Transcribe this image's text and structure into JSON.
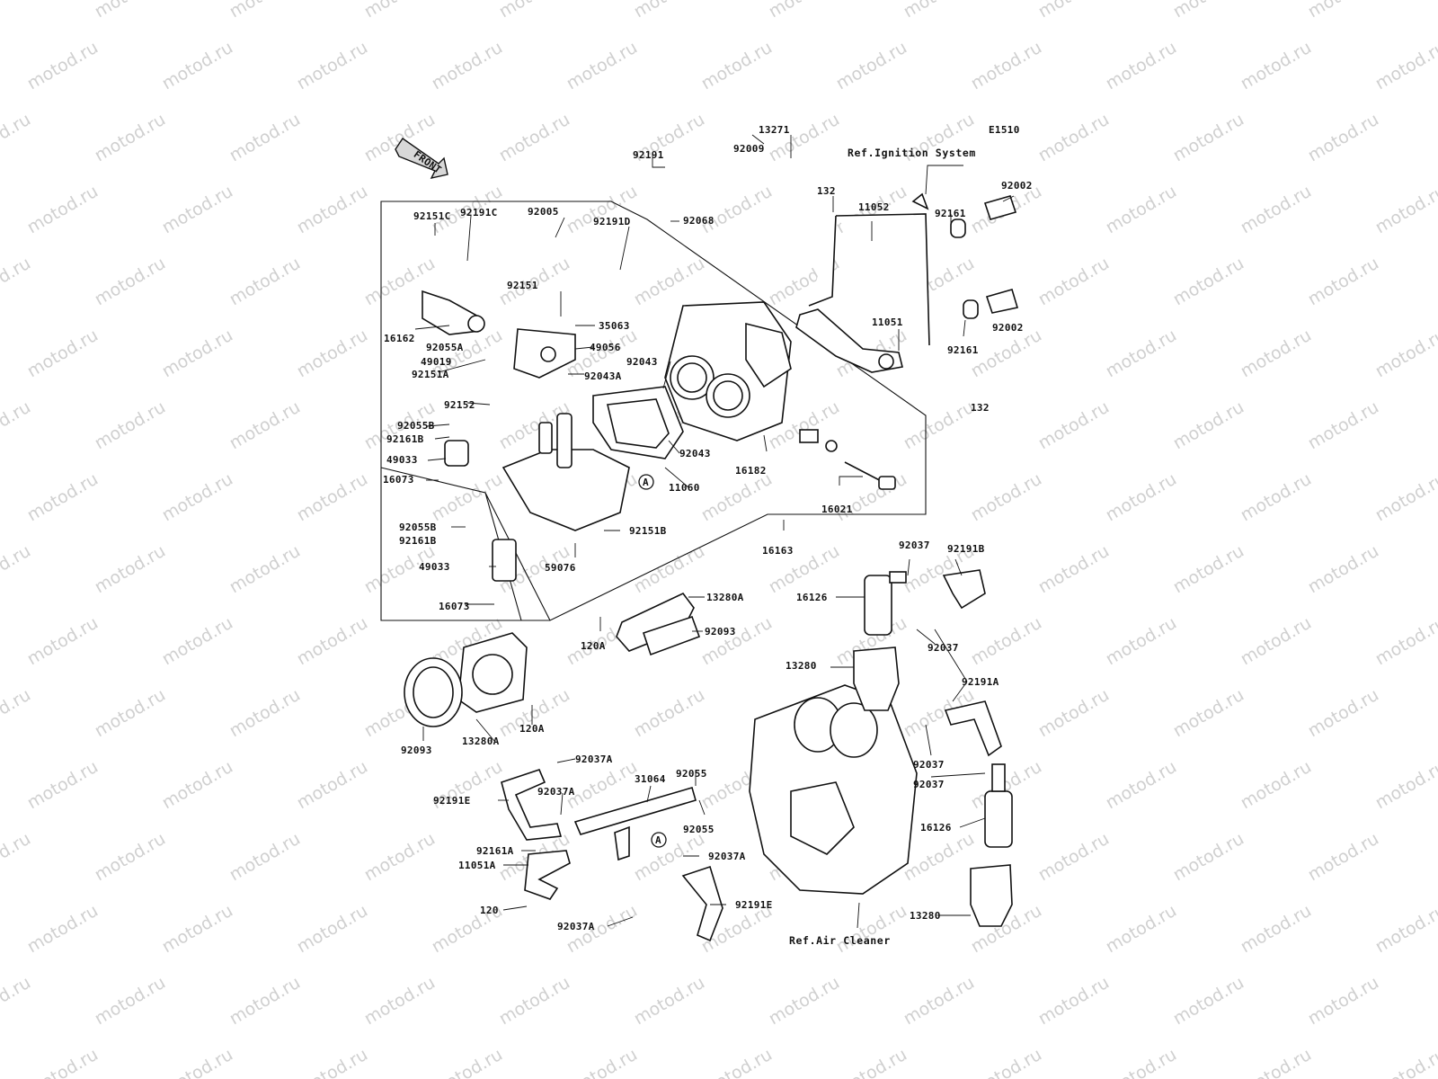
{
  "diagram": {
    "code": "E1510",
    "watermark_text": "motod.ru",
    "front_label": "FRONT",
    "references": {
      "ignition": "Ref.Ignition System",
      "air_cleaner": "Ref.Air Cleaner"
    },
    "callouts": {
      "p92191": "92191",
      "p92009": "92009",
      "p13271": "13271",
      "p132a": "132",
      "p11052": "11052",
      "p92161a": "92161",
      "p92002a": "92002",
      "p92151C": "92151C",
      "p92005": "92005",
      "p92068": "92068",
      "p92191C": "92191C",
      "p92191D": "92191D",
      "p92151": "92151",
      "p35063": "35063",
      "p16162": "16162",
      "p92055A": "92055A",
      "p49056": "49056",
      "p49019": "49019",
      "p92151A": "92151A",
      "p92043a": "92043",
      "p92043A": "92043A",
      "p11051": "11051",
      "p92161b": "92161",
      "p92002b": "92002",
      "p132b": "132",
      "p92152": "92152",
      "p92055B": "92055B",
      "p92161B": "92161B",
      "p49033a": "49033",
      "p16073a": "16073",
      "p92043b": "92043",
      "p11060": "11060",
      "p16182": "16182",
      "p16021": "16021",
      "p92055Bb": "92055B",
      "p92161Bb": "92161B",
      "p92151B": "92151B",
      "p59076": "59076",
      "p16163": "16163",
      "p49033b": "49033",
      "p16073b": "16073",
      "p92037a": "92037",
      "p92191B": "92191B",
      "p16126a": "16126",
      "p13280Aa": "13280A",
      "p92093a": "92093",
      "p120A": "120A",
      "p92037b": "92037",
      "p13280a": "13280",
      "p92191A": "92191A",
      "p92093b": "92093",
      "p13280Ab": "13280A",
      "p120Ab": "120A",
      "p92037c": "92037",
      "p92037d": "92037",
      "p92037A1": "92037A",
      "p92055a": "92055",
      "p31064": "31064",
      "p92037A2": "92037A",
      "p92191E1": "92191E",
      "p92055b": "92055",
      "p16126b": "16126",
      "p92161A": "92161A",
      "p11051A": "11051A",
      "p92037A3": "92037A",
      "p120": "120",
      "p92191E2": "92191E",
      "p92037A4": "92037A",
      "p13280b": "13280"
    },
    "markers": {
      "a1": "A",
      "a2": "A"
    }
  }
}
